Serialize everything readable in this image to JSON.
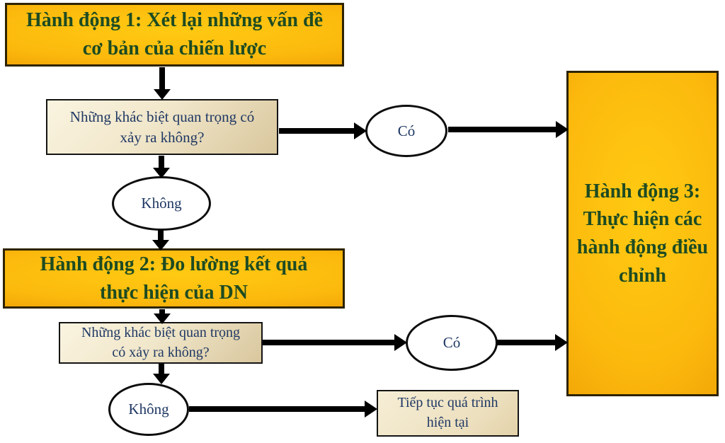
{
  "diagram": {
    "type": "flowchart",
    "language": "vi",
    "colors": {
      "action_fill_bright": "#ffca12",
      "action_fill_mid": "#fcb90d",
      "action_fill_edge": "#dd8c02",
      "action_border": "#2e2300",
      "action_text": "#1d4b22",
      "panel_fill_light": "#faf4e0",
      "panel_fill_dark": "#d9c79d",
      "panel_border": "#141414",
      "panel_text": "#1f3864",
      "ellipse_fill": "#ffffff",
      "ellipse_border": "#0d0d0d",
      "arrow": "#000000",
      "canvas_bg": "#ffffff"
    },
    "nodes": {
      "action1": {
        "type": "process",
        "label": "Hành động 1: Xét lại những vấn đề\ncơ bản của chiến lược"
      },
      "question1": {
        "type": "question",
        "label": "Những khác biệt quan trọng có\nxảy ra không?"
      },
      "yes1": {
        "type": "decision-answer",
        "label": "Có"
      },
      "no1": {
        "type": "decision-answer",
        "label": "Không"
      },
      "action2": {
        "type": "process",
        "label": "Hành động 2: Đo lường kết quả\nthực hiện của DN"
      },
      "question2": {
        "type": "question",
        "label": "Những khác biệt quan trọng\ncó xảy ra không?"
      },
      "yes2": {
        "type": "decision-answer",
        "label": "Có"
      },
      "no2": {
        "type": "decision-answer",
        "label": "Không"
      },
      "continue_current": {
        "type": "process",
        "label": "Tiếp tục quá trình\nhiện tại"
      },
      "action3": {
        "type": "process",
        "label": "Hành động 3:\nThực hiện các\nhành động điều\nchỉnh"
      }
    },
    "edges": [
      {
        "from": "action1",
        "to": "question1"
      },
      {
        "from": "question1",
        "to": "yes1"
      },
      {
        "from": "yes1",
        "to": "action3"
      },
      {
        "from": "question1",
        "to": "no1"
      },
      {
        "from": "no1",
        "to": "action2"
      },
      {
        "from": "action2",
        "to": "question2"
      },
      {
        "from": "question2",
        "to": "yes2"
      },
      {
        "from": "yes2",
        "to": "action3"
      },
      {
        "from": "question2",
        "to": "no2"
      },
      {
        "from": "no2",
        "to": "continue_current"
      }
    ]
  }
}
